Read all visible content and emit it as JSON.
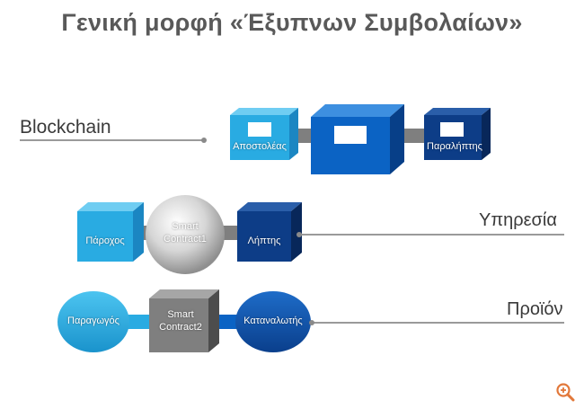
{
  "title": "Γενική μορφή «Έξυπνων Συμβολαίων»",
  "rows": {
    "blockchain": {
      "label": "Blockchain",
      "sender": "Αποστολέας",
      "receiver": "Παραλήπτης"
    },
    "service": {
      "label": "Υπηρεσία",
      "provider": "Πάροχος",
      "contract_line1": "Smart",
      "contract_line2": "Contract1",
      "receiver": "Λήπτης"
    },
    "product": {
      "label": "Προϊόν",
      "producer": "Παραγωγός",
      "contract_line1": "Smart",
      "contract_line2": "Contract2",
      "consumer": "Καταναλωτής"
    }
  },
  "colors": {
    "light_blue": "#29abe2",
    "mid_blue": "#0b63c4",
    "dark_blue": "#0d3d87",
    "gray": "#7f7f7f",
    "zoom_orange": "#e2783a"
  },
  "icons": {
    "zoom": "zoom-in-icon"
  }
}
